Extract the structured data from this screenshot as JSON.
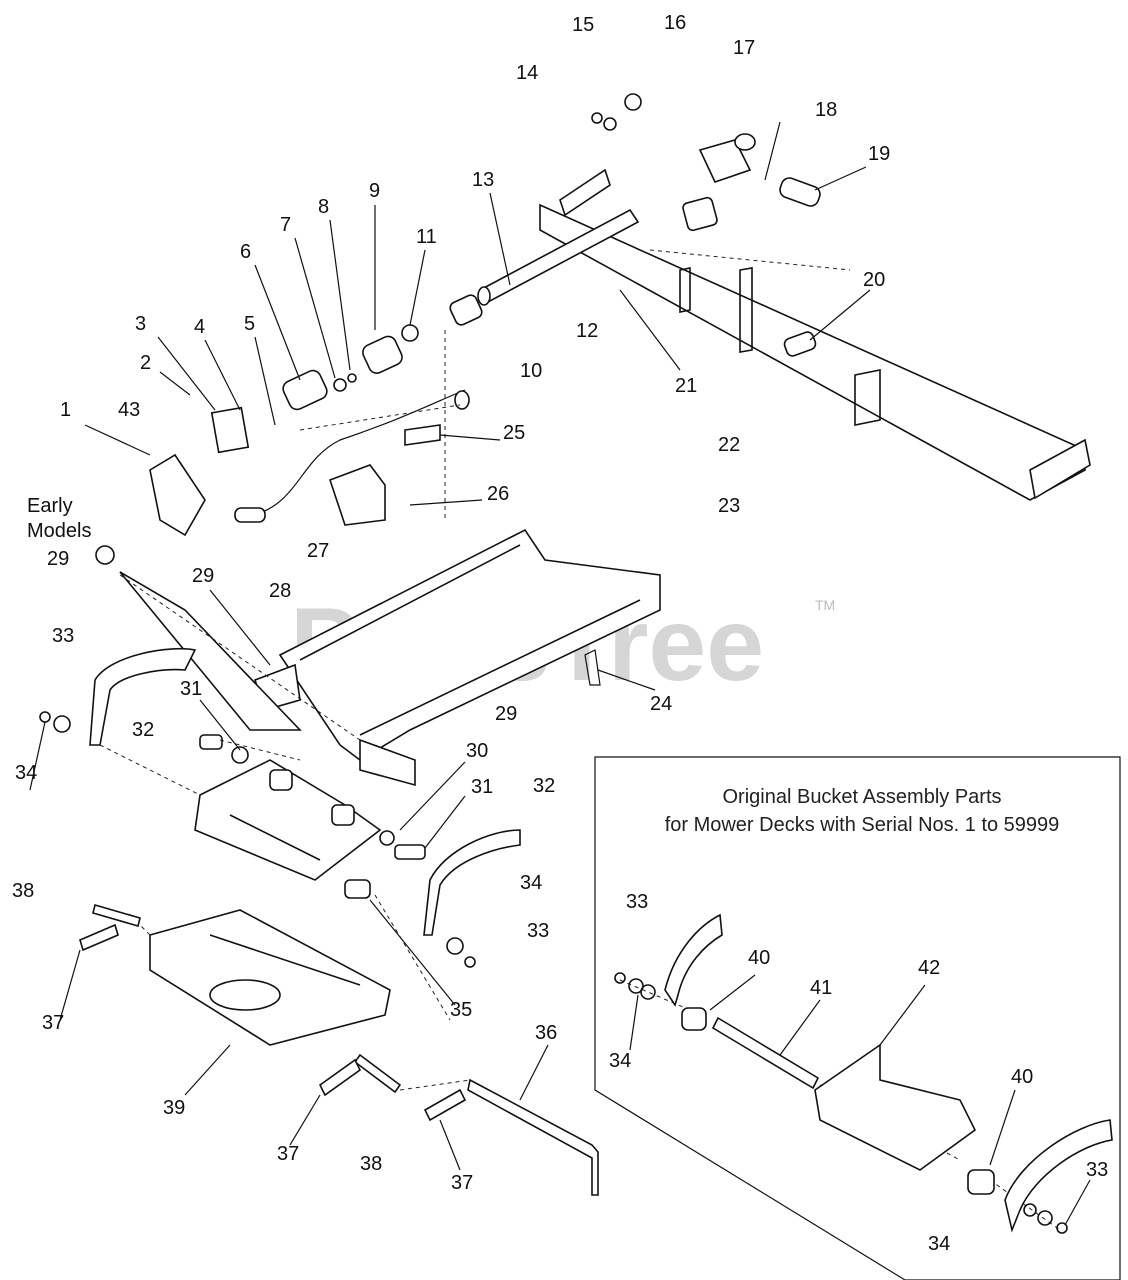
{
  "watermark": {
    "text": "PartsTree",
    "trademark": "TM"
  },
  "early_models": {
    "line1": "Early",
    "line2": "Models"
  },
  "inset": {
    "title_line1": "Original Bucket Assembly Parts",
    "title_line2": "for Mower Decks with Serial Nos. 1 to 59999"
  },
  "callouts": [
    "1",
    "2",
    "3",
    "4",
    "5",
    "6",
    "7",
    "8",
    "9",
    "10",
    "11",
    "12",
    "13",
    "14",
    "15",
    "16",
    "17",
    "18",
    "19",
    "20",
    "21",
    "22",
    "23",
    "24",
    "25",
    "26",
    "27",
    "28",
    "29",
    "29",
    "29",
    "30",
    "31",
    "31",
    "32",
    "32",
    "33",
    "33",
    "33",
    "33",
    "34",
    "34",
    "34",
    "34",
    "35",
    "36",
    "37",
    "37",
    "37",
    "38",
    "38",
    "39",
    "40",
    "40",
    "41",
    "42",
    "43"
  ]
}
